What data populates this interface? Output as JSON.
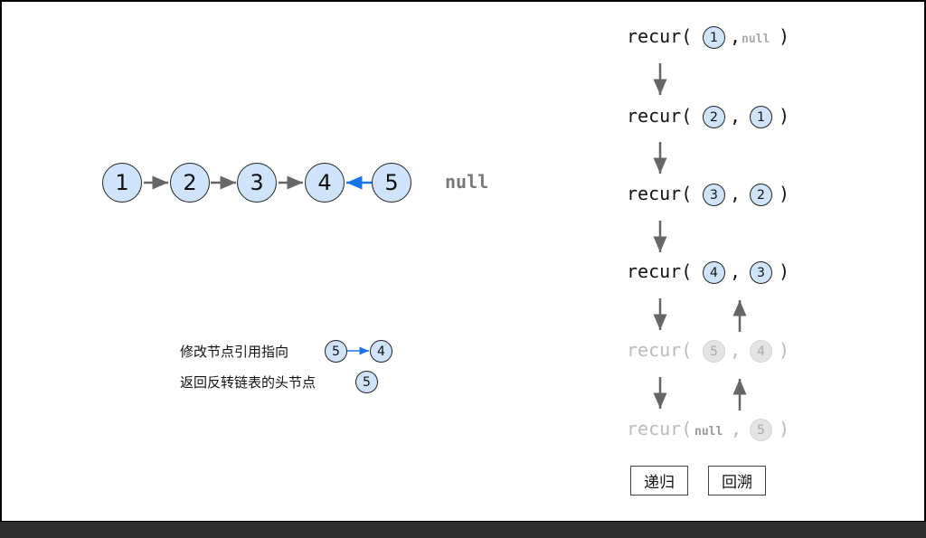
{
  "list": {
    "nodes": [
      "1",
      "2",
      "3",
      "4",
      "5"
    ],
    "null_label": "null"
  },
  "legend": {
    "modify_ref": "修改节点引用指向",
    "modify_from": "5",
    "modify_to": "4",
    "return_head": "返回反转链表的头节点",
    "head": "5"
  },
  "calls": [
    {
      "fn": "recur(",
      "a": "1",
      "b": "null",
      "close": ")",
      "dim": false
    },
    {
      "fn": "recur(",
      "a": "2",
      "b": "1",
      "close": ")",
      "dim": false
    },
    {
      "fn": "recur(",
      "a": "3",
      "b": "2",
      "close": ")",
      "dim": false
    },
    {
      "fn": "recur(",
      "a": "4",
      "b": "3",
      "close": ")",
      "dim": false
    },
    {
      "fn": "recur(",
      "a": "5",
      "b": "4",
      "close": ")",
      "dim": true
    },
    {
      "fn": "recur(",
      "a": "null",
      "b": "5",
      "close": ")",
      "dim": true
    }
  ],
  "comma": ",",
  "buttons": {
    "recurse": "递归",
    "backtrack": "回溯"
  },
  "colors": {
    "node_fill": "#cfe4fb",
    "arrow": "#666666",
    "highlight_arrow": "#1a73e8",
    "dim": "#bbbbbb"
  }
}
